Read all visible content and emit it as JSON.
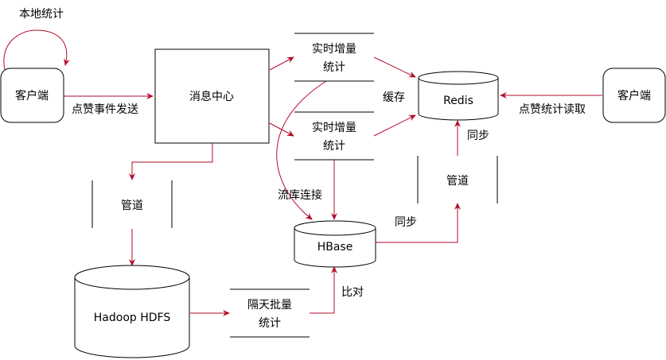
{
  "colors": {
    "edge": "#b20e2b",
    "stroke": "#000000",
    "background": "#ffffff"
  },
  "nodes": {
    "client_left": "客户端",
    "client_right": "客户端",
    "message_center": "消息中心",
    "realtime_top": [
      "实时增量",
      "统计"
    ],
    "realtime_mid": [
      "实时增量",
      "统计"
    ],
    "redis": "Redis",
    "hbase": "HBase",
    "hdfs": "Hadoop HDFS",
    "pipe_left": "管道",
    "pipe_right": "管道",
    "batch": [
      "隔天批量",
      "统计"
    ]
  },
  "edge_labels": {
    "local_stats": "本地统计",
    "like_event_send": "点赞事件发送",
    "like_stats_read": "点赞统计读取",
    "cache": "缓存",
    "sync_redis": "同步",
    "sync_hbase": "同步",
    "stream_db_connect": "流库连接",
    "compare": "比对"
  }
}
